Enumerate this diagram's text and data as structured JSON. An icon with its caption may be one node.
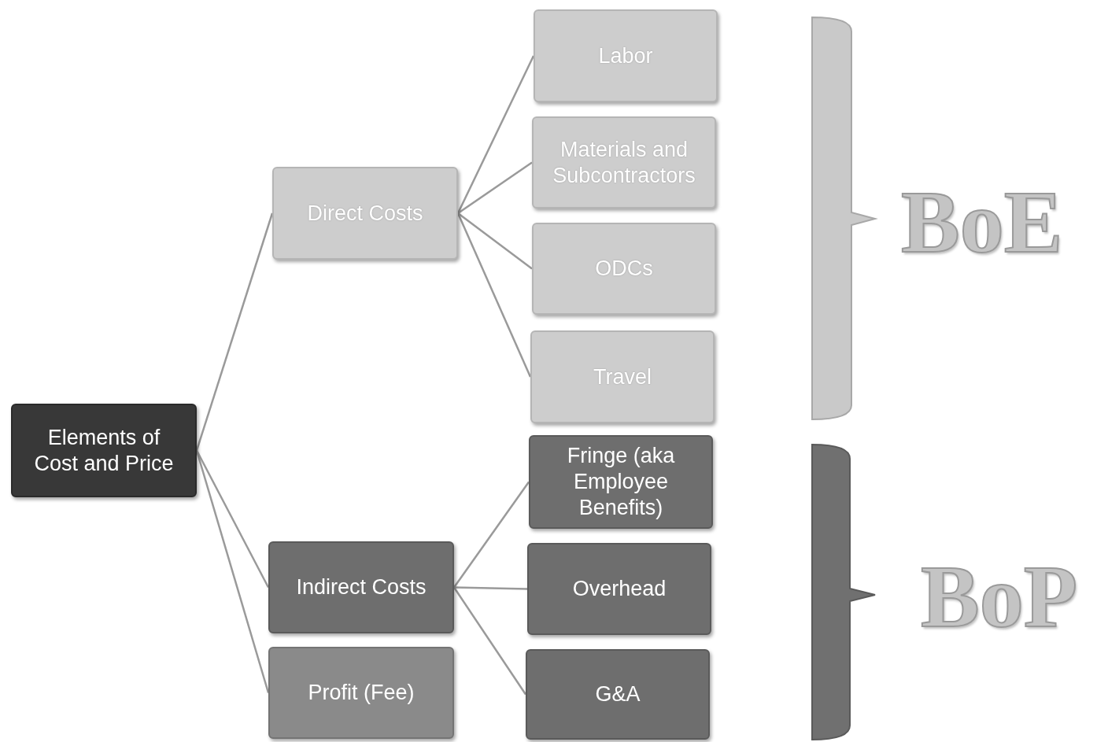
{
  "diagram": {
    "nodes": [
      {
        "text": [
          "Elements of Cost and Price"
        ]
      },
      {
        "text": [
          "Direct Costs"
        ]
      },
      {
        "text": [
          "Indirect Costs"
        ]
      },
      {
        "text": [
          "Profit (Fee)"
        ]
      },
      {
        "text": [
          "Labor"
        ]
      },
      {
        "text": [
          "Materials and Subcontractors"
        ]
      },
      {
        "text": [
          "ODCs"
        ]
      },
      {
        "text": [
          "Travel"
        ]
      },
      {
        "text": [
          "Fringe (aka Employee Benefits)"
        ]
      },
      {
        "text": [
          "Overhead"
        ]
      },
      {
        "text": [
          "G&A"
        ]
      }
    ],
    "edges": [
      {
        "from": 0,
        "to": 1,
        "arrow": "none"
      },
      {
        "from": 0,
        "to": 2,
        "arrow": "none"
      },
      {
        "from": 0,
        "to": 3,
        "arrow": "none"
      },
      {
        "from": 1,
        "to": 4,
        "arrow": "none"
      },
      {
        "from": 1,
        "to": 5,
        "arrow": "none"
      },
      {
        "from": 1,
        "to": 6,
        "arrow": "none"
      },
      {
        "from": 1,
        "to": 7,
        "arrow": "none"
      },
      {
        "from": 2,
        "to": 8,
        "arrow": "none"
      },
      {
        "from": 2,
        "to": 9,
        "arrow": "none"
      },
      {
        "from": 2,
        "to": 10,
        "arrow": "none"
      }
    ],
    "labels": [
      "BoE",
      "BoP"
    ]
  }
}
